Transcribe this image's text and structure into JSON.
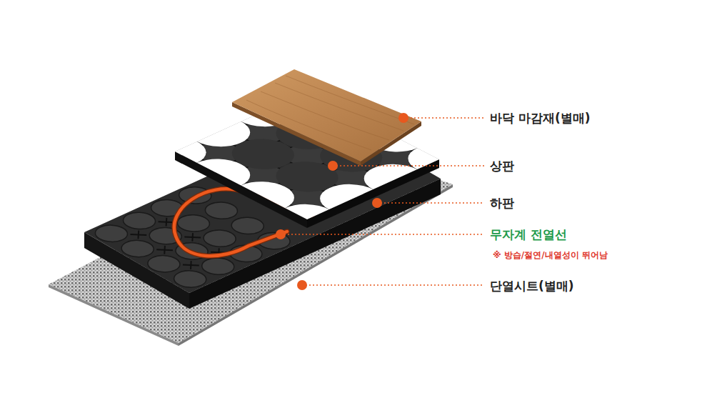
{
  "diagram": {
    "labels": [
      "바닥 마감재(별매)",
      "상판",
      "하판",
      "무자계 전열선",
      "※ 방습/절연/내열성이 뛰어남",
      "단열시트(별매)"
    ]
  }
}
